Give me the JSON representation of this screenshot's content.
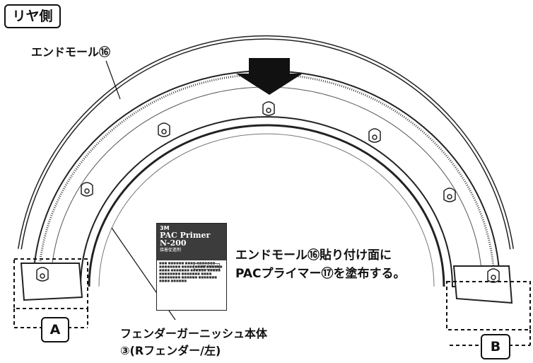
{
  "header": {
    "side_label": "リヤ側"
  },
  "callouts": {
    "end_mold": "エンドモール⑯",
    "instruction_line1": "エンドモール⑯貼り付け面に",
    "instruction_line2": "PACプライマー⑰を塗布する。",
    "fender_line1": "フェンダーガーニッシュ本体",
    "fender_line2": "③(Rフェンダー/左)"
  },
  "markers": {
    "a": "A",
    "b": "B"
  },
  "primer_bottle": {
    "brand": "3M",
    "product": "PAC Primer",
    "code": "N-200",
    "subtitle": "接着促進剤",
    "warning": "火気厳禁 取扱注意"
  },
  "colors": {
    "ink": "#111111",
    "fill": "#ffffff",
    "band": "#3c3c3c"
  }
}
